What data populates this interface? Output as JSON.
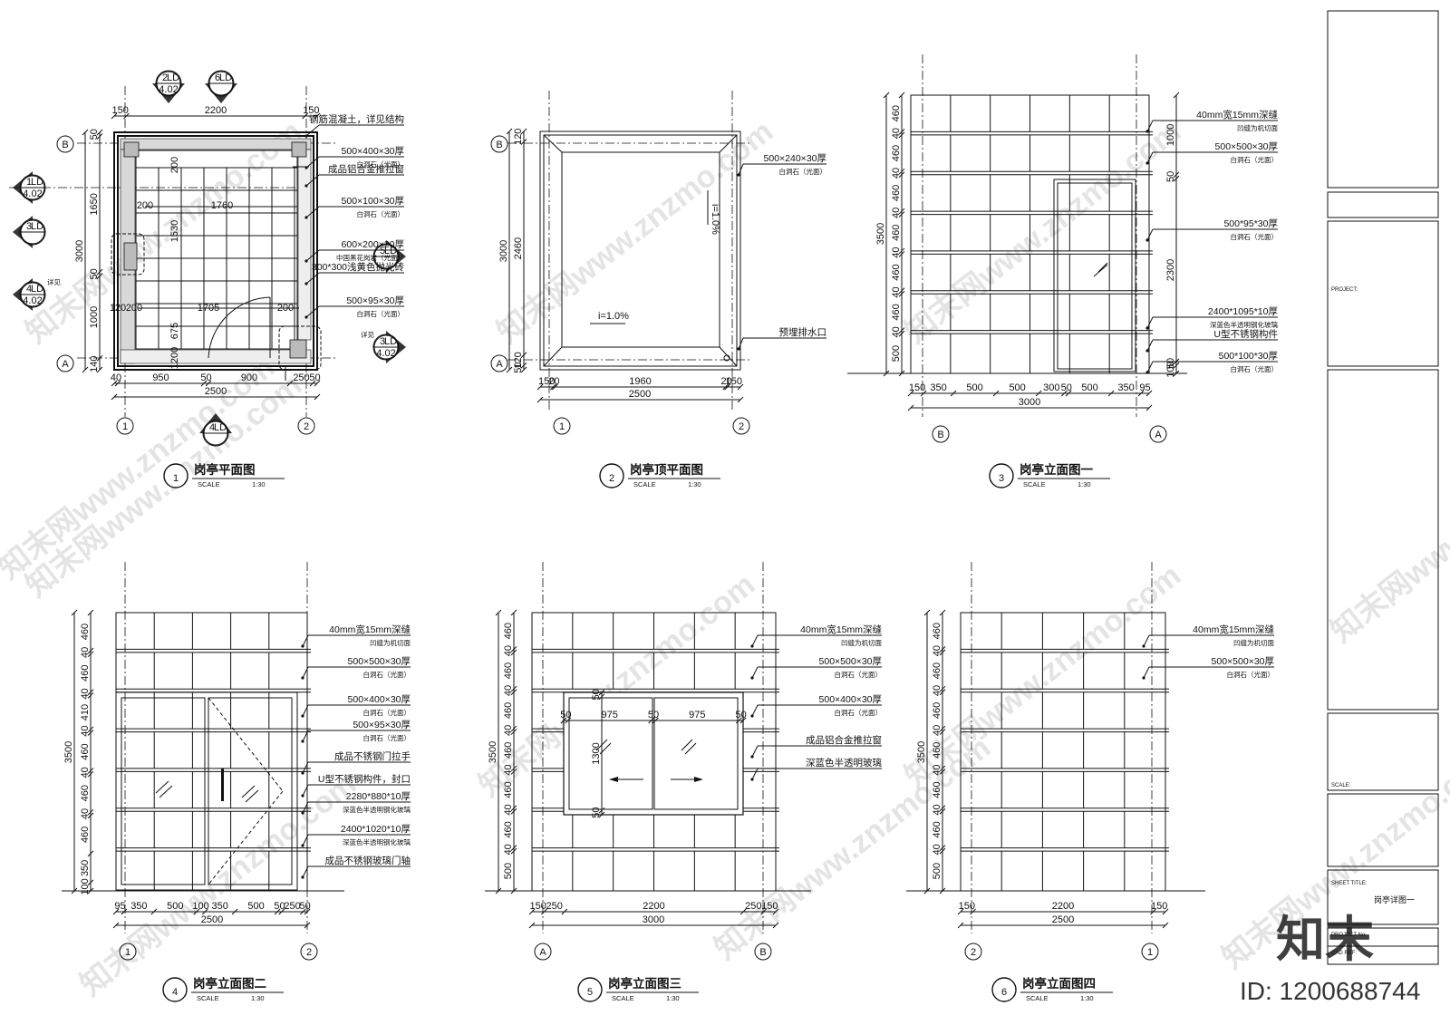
{
  "drawings": [
    {
      "num": "1",
      "title": "岗亭平面图",
      "scale_label": "SCALE",
      "scale": "1:30",
      "dims_top": [
        "150",
        "2200",
        "150"
      ],
      "dims_bottom": [
        "40",
        "950",
        "50",
        "900",
        "250",
        "50"
      ],
      "dim_total": "2500",
      "dims_left": [
        "50",
        "1650",
        "3000",
        "50",
        "1000",
        "140"
      ],
      "inner_dims": [
        "1760",
        "1530",
        "1705",
        "675",
        "1200",
        "200",
        "200",
        "200",
        "120",
        "200"
      ],
      "axes_h": [
        "B",
        "A"
      ],
      "axes_v": [
        "1",
        "2"
      ],
      "callouts": [
        {
          "top": "2",
          "sub": "LD",
          "bot": "4.02"
        },
        {
          "top": "6",
          "sub": "LD",
          "bot": ""
        },
        {
          "top": "1",
          "sub": "LD",
          "bot": "4.02"
        },
        {
          "top": "3",
          "sub": "LD",
          "bot": ""
        },
        {
          "top": "4",
          "sub": "LD",
          "bot": "4.02"
        },
        {
          "top": "5",
          "sub": "LD",
          "bot": ""
        },
        {
          "top": "4",
          "sub": "LD",
          "bot": ""
        },
        {
          "top": "3",
          "sub": "LD",
          "bot": "4.02"
        }
      ],
      "detail_label": "详见",
      "notes": [
        {
          "main": "钢筋混凝土，详见结构",
          "sub": ""
        },
        {
          "main": "500×400×30厚",
          "sub": "白洞石（光面）"
        },
        {
          "main": "成品铝合金推拉窗",
          "sub": ""
        },
        {
          "main": "500×100×30厚",
          "sub": "白洞石（光面）"
        },
        {
          "main": "600×200×20厚",
          "sub": "中国黑花岗岩（光面）"
        },
        {
          "main": "300*300浅黄色抛光砖",
          "sub": ""
        },
        {
          "main": "500×95×30厚",
          "sub": "白洞石（光面）"
        }
      ]
    },
    {
      "num": "2",
      "title": "岗亭顶平面图",
      "scale_label": "SCALE",
      "scale": "1:30",
      "dims_bottom": [
        "150",
        "20",
        "1960",
        "20",
        "150"
      ],
      "dim_total": "2500",
      "dims_left": [
        "120",
        "3000",
        "2460",
        "120",
        "50"
      ],
      "slope_1": "i=1.0%",
      "slope_2": "i=1.0%",
      "axes_h": [
        "B",
        "A"
      ],
      "axes_v": [
        "1",
        "2"
      ],
      "notes": [
        {
          "main": "500×240×30厚",
          "sub": "白洞石（光面）"
        },
        {
          "main": "预埋排水口",
          "sub": ""
        }
      ]
    },
    {
      "num": "3",
      "title": "岗亭立面图一",
      "scale_label": "SCALE",
      "scale": "1:30",
      "dims_bottom": [
        "150",
        "350",
        "500",
        "500",
        "300",
        "50",
        "500",
        "350",
        "95"
      ],
      "dim_total": "3000",
      "dims_left": [
        "460",
        "40",
        "460",
        "40",
        "460",
        "40",
        "460",
        "40",
        "460",
        "40",
        "460",
        "40",
        "500"
      ],
      "dim_height": "3500",
      "dims_right": [
        "1000",
        "50",
        "2300",
        "50",
        "100"
      ],
      "axes_v": [
        "B",
        "A"
      ],
      "notes": [
        {
          "main": "40mm宽15mm深缝",
          "sub": "凹缝为机切面"
        },
        {
          "main": "500×500×30厚",
          "sub": "白洞石（光面）"
        },
        {
          "main": "500*95*30厚",
          "sub": "白洞石（光面）"
        },
        {
          "main": "2400*1095*10厚",
          "sub": "深蓝色半透明钢化玻璃"
        },
        {
          "main": "U型不锈钢构件",
          "sub": ""
        },
        {
          "main": "500*100*30厚",
          "sub": "白洞石（光面）"
        }
      ]
    },
    {
      "num": "4",
      "title": "岗亭立面图二",
      "scale_label": "SCALE",
      "scale": "1:30",
      "dims_bottom": [
        "95",
        "350",
        "500",
        "100",
        "350",
        "500",
        "50",
        "250",
        "50"
      ],
      "dim_total": "2500",
      "dims_left": [
        "460",
        "40",
        "460",
        "40",
        "410",
        "40",
        "460",
        "40",
        "460",
        "40",
        "460",
        "350",
        "100"
      ],
      "dim_height": "3500",
      "axes_v": [
        "1",
        "2"
      ],
      "notes": [
        {
          "main": "40mm宽15mm深缝",
          "sub": "凹缝为机切面"
        },
        {
          "main": "500×500×30厚",
          "sub": "白洞石（光面）"
        },
        {
          "main": "500×400×30厚",
          "sub": "白洞石（光面）"
        },
        {
          "main": "500×95×30厚",
          "sub": "白洞石（光面）"
        },
        {
          "main": "成品不锈钢门拉手",
          "sub": ""
        },
        {
          "main": "U型不锈钢构件，封口",
          "sub": ""
        },
        {
          "main": "2280*880*10厚",
          "sub": "深蓝色半透明钢化玻璃"
        },
        {
          "main": "2400*1020*10厚",
          "sub": "深蓝色半透明钢化玻璃"
        },
        {
          "main": "成品不锈钢玻璃门轴",
          "sub": ""
        }
      ]
    },
    {
      "num": "5",
      "title": "岗亭立面图三",
      "scale_label": "SCALE",
      "scale": "1:30",
      "dims_bottom": [
        "150",
        "250",
        "2200",
        "250",
        "150"
      ],
      "dim_total": "3000",
      "dims_left": [
        "460",
        "40",
        "460",
        "40",
        "460",
        "40",
        "460",
        "40",
        "460",
        "40",
        "460",
        "40",
        "500"
      ],
      "dim_height": "3500",
      "window_dims": [
        "50",
        "975",
        "50",
        "975",
        "50",
        "1300",
        "50",
        "50"
      ],
      "axes_v": [
        "A",
        "B"
      ],
      "notes": [
        {
          "main": "40mm宽15mm深缝",
          "sub": "凹缝为机切面"
        },
        {
          "main": "500×500×30厚",
          "sub": "白洞石（光面）"
        },
        {
          "main": "500×400×30厚",
          "sub": "白洞石（光面）"
        },
        {
          "main": "成品铝合金推拉窗",
          "sub": ""
        },
        {
          "main": "深蓝色半透明玻璃",
          "sub": ""
        }
      ]
    },
    {
      "num": "6",
      "title": "岗亭立面图四",
      "scale_label": "SCALE",
      "scale": "1:30",
      "dims_bottom": [
        "150",
        "2200",
        "150"
      ],
      "dim_total": "2500",
      "dims_left": [
        "460",
        "40",
        "460",
        "40",
        "460",
        "40",
        "460",
        "40",
        "460",
        "40",
        "460",
        "40",
        "500"
      ],
      "dim_height": "3500",
      "axes_v": [
        "2",
        "1"
      ],
      "notes": [
        {
          "main": "40mm宽15mm深缝",
          "sub": "凹缝为机切面"
        },
        {
          "main": "500×500×30厚",
          "sub": "白洞石（光面）"
        }
      ]
    }
  ],
  "title_block": {
    "project_label": "PROJECT:",
    "scale_label": "SCALE:",
    "sheet_title_label": "SHEET TITLE:",
    "sheet_title": "岗亭详图一",
    "project_no_label": "PROJECT No:",
    "cad_ref_label": "CAD REF:"
  },
  "watermark": {
    "text": "znzmo.com",
    "logo": "知末",
    "id_text": "ID: 1200688744",
    "text_2": "知末网www.znzmo.com"
  }
}
